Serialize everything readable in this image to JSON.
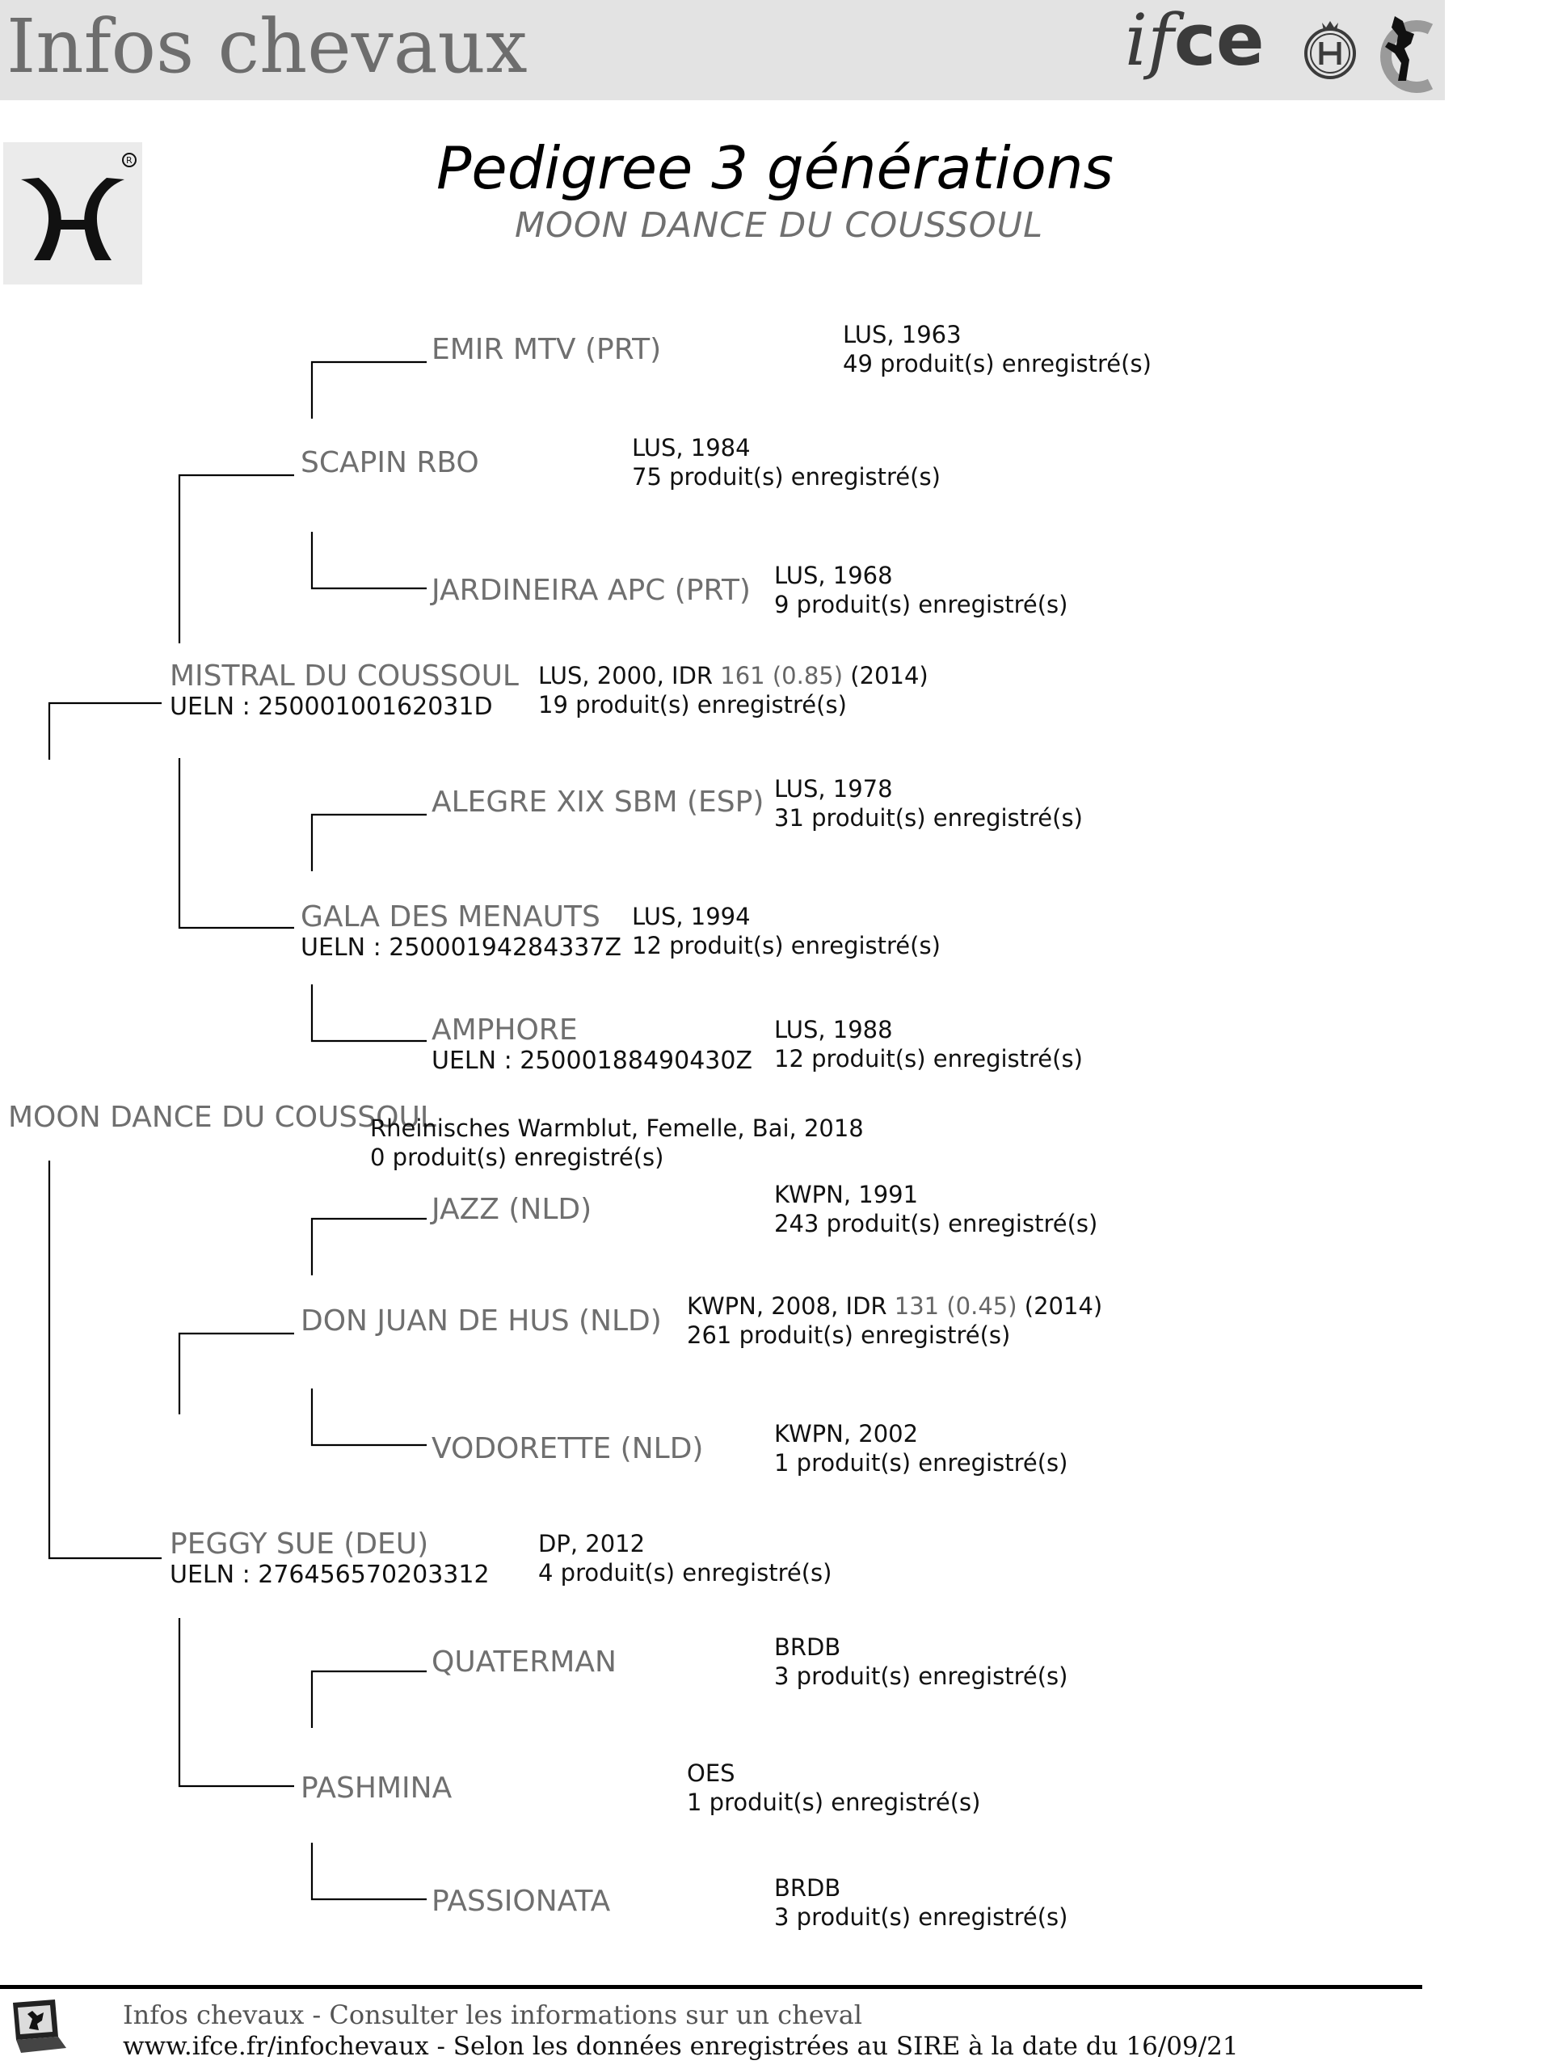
{
  "header": {
    "title": "Infos chevaux",
    "brand_text": "ifce",
    "seal_icon": "seal-h-icon",
    "horse_icon": "rearing-horse-icon"
  },
  "logo": {
    "icon": "hanoverian-h-logo-icon"
  },
  "document": {
    "title": "Pedigree 3 générations",
    "subtitle": "MOON DANCE DU COUSSOUL"
  },
  "pedigree": {
    "subject": {
      "name": "MOON DANCE DU COUSSOUL",
      "line1": "Rheinisches Warmblut, Femelle, Bai, 2018",
      "line2": "0 produit(s) enregistré(s)"
    },
    "sire": {
      "name": "MISTRAL DU COUSSOUL",
      "ueln": "UELN : 25000100162031D",
      "line1_pre": "LUS, 2000, IDR ",
      "idr": "161 (0.85)",
      "line1_post": " (2014)",
      "line2": "19 produit(s) enregistré(s)",
      "sire": {
        "name": "SCAPIN RBO",
        "line1": "LUS, 1984",
        "line2": "75 produit(s) enregistré(s)",
        "sire": {
          "name": "EMIR MTV (PRT)",
          "line1": "LUS, 1963",
          "line2": "49 produit(s) enregistré(s)"
        },
        "dam": {
          "name": "JARDINEIRA APC (PRT)",
          "line1": "LUS, 1968",
          "line2": "9 produit(s) enregistré(s)"
        }
      },
      "dam": {
        "name": "GALA DES MENAUTS",
        "ueln": "UELN : 25000194284337Z",
        "line1": "LUS, 1994",
        "line2": "12 produit(s) enregistré(s)",
        "sire": {
          "name": "ALEGRE XIX SBM (ESP)",
          "line1": "LUS, 1978",
          "line2": "31 produit(s) enregistré(s)"
        },
        "dam": {
          "name": "AMPHORE",
          "ueln": "UELN : 25000188490430Z",
          "line1": "LUS, 1988",
          "line2": "12 produit(s) enregistré(s)"
        }
      }
    },
    "dam": {
      "name": "PEGGY SUE (DEU)",
      "ueln": "UELN : 276456570203312",
      "line1": "DP, 2012",
      "line2": "4 produit(s) enregistré(s)",
      "sire": {
        "name": "DON JUAN DE HUS (NLD)",
        "line1_pre": "KWPN, 2008, IDR ",
        "idr": "131 (0.45)",
        "line1_post": " (2014)",
        "line2": "261 produit(s) enregistré(s)",
        "sire": {
          "name": "JAZZ (NLD)",
          "line1": "KWPN, 1991",
          "line2": "243 produit(s) enregistré(s)"
        },
        "dam": {
          "name": "VODORETTE (NLD)",
          "line1": "KWPN, 2002",
          "line2": "1 produit(s) enregistré(s)"
        }
      },
      "dam": {
        "name": "PASHMINA",
        "line1": "OES",
        "line2": "1 produit(s) enregistré(s)",
        "sire": {
          "name": "QUATERMAN",
          "line1": "BRDB",
          "line2": "3 produit(s) enregistré(s)"
        },
        "dam": {
          "name": "PASSIONATA",
          "line1": "BRDB",
          "line2": "3 produit(s) enregistré(s)"
        }
      }
    }
  },
  "footer": {
    "icon": "laptop-horse-icon",
    "line1": "Infos chevaux - Consulter les informations sur un cheval",
    "line2": "www.ifce.fr/infochevaux - Selon les données enregistrées au SIRE à la date du 16/09/21"
  }
}
